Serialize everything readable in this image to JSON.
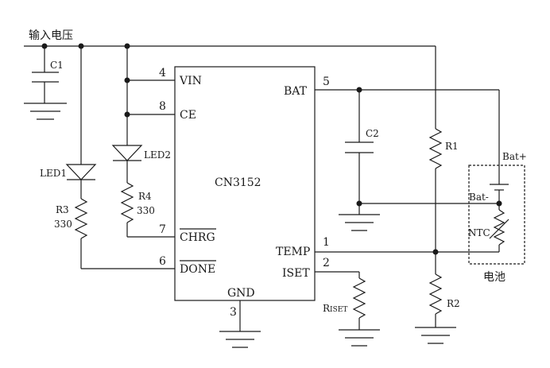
{
  "input_label": "输入电压",
  "chip": {
    "name": "CN3152",
    "pins": {
      "vin": {
        "label": "VIN",
        "num": "4"
      },
      "ce": {
        "label": "CE",
        "num": "8"
      },
      "chrg": {
        "label": "CHRG",
        "num": "7"
      },
      "done": {
        "label": "DONE",
        "num": "6"
      },
      "bat": {
        "label": "BAT",
        "num": "5"
      },
      "temp": {
        "label": "TEMP",
        "num": "1"
      },
      "iset": {
        "label": "ISET",
        "num": "2"
      },
      "gnd": {
        "label": "GND",
        "num": "3"
      }
    }
  },
  "components": {
    "c1": "C1",
    "c2": "C2",
    "led1": "LED1",
    "led2": "LED2",
    "r1": "R1",
    "r2": "R2",
    "r3": "R3",
    "r3_value": "330",
    "r4": "R4",
    "r4_value": "330",
    "riset_main": "R",
    "riset_sub": "ISET",
    "bat_plus": "Bat+",
    "bat_minus": "Bat-",
    "ntc": "NTC",
    "battery": "电池"
  }
}
